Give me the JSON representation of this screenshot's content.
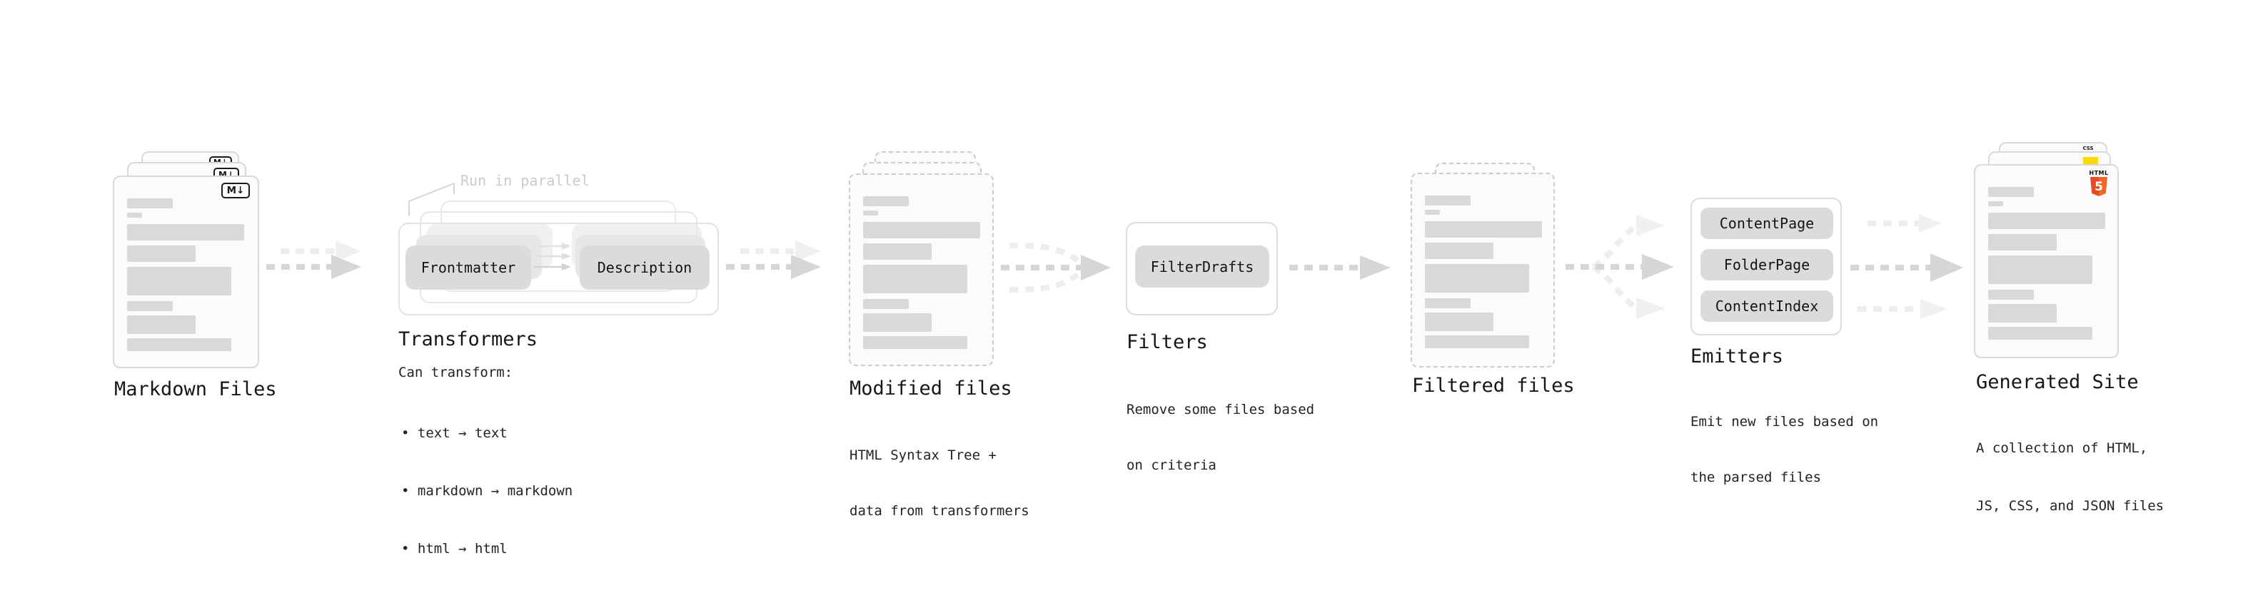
{
  "annotation": {
    "run_in_parallel": "Run in parallel"
  },
  "nodes": {
    "markdown": {
      "label": "Markdown Files",
      "badge": "M↓"
    },
    "transformers": {
      "label": "Transformers",
      "step1": "Frontmatter",
      "step2": "Description",
      "desc_heading": "Can transform:",
      "bullets": [
        "• text → text",
        "• markdown → markdown",
        "• html → html"
      ]
    },
    "modified": {
      "label": "Modified files",
      "desc": [
        "HTML Syntax Tree +",
        "data from transformers"
      ]
    },
    "filters": {
      "label": "Filters",
      "chip": "FilterDrafts",
      "desc": [
        "Remove some files based",
        "on criteria"
      ]
    },
    "filtered": {
      "label": "Filtered files"
    },
    "emitters": {
      "label": "Emitters",
      "chips": [
        "ContentPage",
        "FolderPage",
        "ContentIndex"
      ],
      "desc": [
        "Emit new files based on",
        "the parsed files"
      ]
    },
    "generated": {
      "label": "Generated Site",
      "desc": [
        "A collection of HTML,",
        "JS, CSS, and JSON files"
      ],
      "css_badge": "CSS",
      "html_badge": "HTML",
      "html5_number": "5"
    }
  },
  "colors": {
    "html5_orange_dark": "#e44d26",
    "html5_orange_light": "#f16529",
    "js_yellow": "#ffd900",
    "css_blue": "#2b62ea",
    "arrow_dark": "#d6d6d6",
    "arrow_light": "#ededed",
    "chip_fill": "#dbdbdb",
    "skeleton_fill": "#d9d9d9",
    "annotation_gray": "#cbcbcb"
  }
}
